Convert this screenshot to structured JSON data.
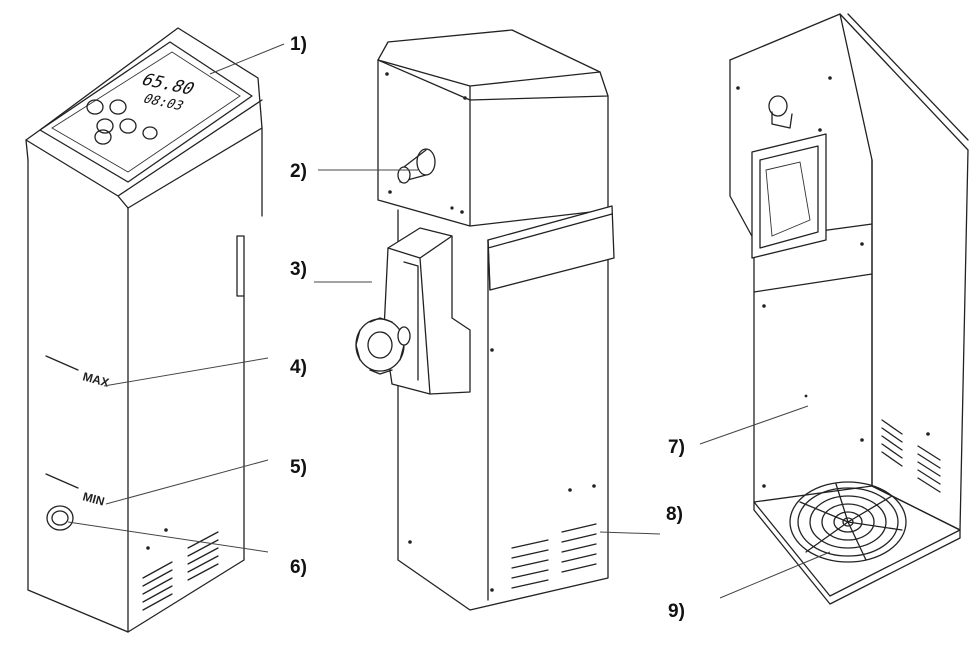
{
  "display": {
    "temperature": "65.80",
    "time": "08:03"
  },
  "scale": {
    "max": "MAX",
    "min": "MIN"
  },
  "callouts": [
    "1)",
    "2)",
    "3)",
    "4)",
    "5)",
    "6)",
    "7)",
    "8)",
    "9)"
  ]
}
